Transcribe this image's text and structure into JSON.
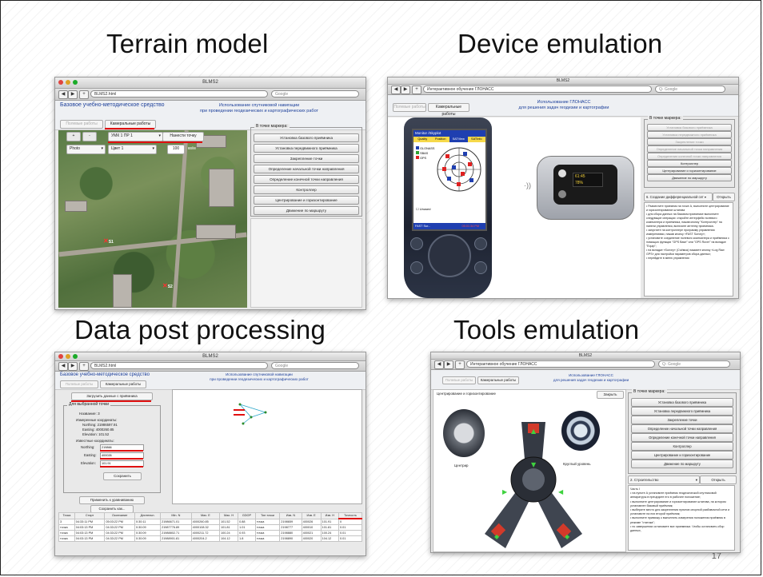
{
  "slide": {
    "titles": {
      "terrain": "Terrain model",
      "device": "Device emulation",
      "postproc": "Data post processing",
      "tools": "Tools emulation"
    },
    "page_number": "17"
  },
  "win1": {
    "window_title": "BLMS2",
    "url": "BLMS2.html",
    "search": "Google",
    "app_title": "Базовое учебно-методическое средство",
    "app_subtitle_1": "Использование спутниковой навигации",
    "app_subtitle_2": "при проведении геодезических и картографических работ",
    "tab_field": "Полевые работы",
    "tab_office": "Камеральные работы",
    "btn_plus": "+",
    "btn_minus": "-",
    "select_point": "УМК 1 ПР 1",
    "btn_place_point": "Нанести точку",
    "select_mode": "Photo",
    "select_color": "Цвет 1",
    "input_scale": "100",
    "scale_unit": "кв/м",
    "marker_s1": "S1",
    "marker_s2": "S2",
    "legend": "В точке маркера:",
    "buttons": [
      "Установка базового приёмника",
      "Установка передвижного приёмника",
      "Закрепление точки",
      "Определение начальной точки направления",
      "Определение конечной точки направления",
      "Контроллер",
      "Центрирование и горизонтирование",
      "Движение по маршруту"
    ]
  },
  "win2": {
    "window_title": "BLMS2",
    "url": "Интерактивное обучение ГЛОНАСС",
    "search": "Q- Google",
    "tab_field": "Полевые работы",
    "tab_office": "Камеральные работы",
    "app_subtitle_1": "Использование ГЛОНАСС",
    "app_subtitle_2": "для решения задач геодезии и картографии",
    "device_app": "Monitor /Skyplot",
    "device_tabs": [
      "Quality",
      "Position",
      "SATView",
      "SATInfo"
    ],
    "legend_items": [
      "GLONASS",
      "SBAS",
      "GPS"
    ],
    "unused": "Unused",
    "taskbar_left": "FAST Sur...",
    "taskbar_time": "05:01:34 PM",
    "receiver_readout": "61:45",
    "receiver_pct": "78%",
    "legend": "В точке маркера:",
    "buttons": [
      "Установка базового приёмника",
      "Установка передвижного приёмника",
      "Закрепление точки",
      "Определение начальной точки направления",
      "Определение конечной точки направления",
      "Контроллер",
      "Центрирование и горизонтирование",
      "Движение по маршруту"
    ],
    "select_text": "6. Создание дифференциальной сет",
    "open_button": "Открыть",
    "instructions": [
      "• Разместите приемник на точке А, выполните центрирование и горизонтирование штатива",
      "• для сбора данных на базовом приемнике выполните следующие операции: откройте интерфейс полевого компьютера и приемника, нажав кнопку \"Контроллер\" на панели управления, включите антенну приемника.",
      "• запустите на контроллере программу управления измерениями, нажав кнопку «FAST Survey»;",
      "• установите соединение полевого компьютера и приёмника с помощью функции \"GPS Base\" или \"GPS Rover\" на вкладке \"Equip\";",
      "• на вкладке «Survey» (Съёмка) нажмите кнопку «Log Raw GPS» для настройки параметров сбора данных;",
      "• перейдите в меню управления"
    ]
  },
  "win3": {
    "window_title": "BLMS2",
    "url": "BLMS2.html",
    "search": "Google",
    "app_title": "Базовое учебно-методическое средство",
    "app_subtitle_1": "Использование спутниковой навигации",
    "app_subtitle_2": "при проведении геодезических и картографических работ",
    "tab_field": "Полевые работы",
    "tab_office": "Камеральные работы",
    "load_button": "Загрузить данные с приёмника",
    "fs_title": "Для выбранной точки",
    "point_name_label": "Название:",
    "point_name": "3",
    "measured_label": "Измеренные координаты:",
    "northing": "Northing: 21986597.91",
    "easting": "Easting: 4000260.85",
    "elevation": "Elevation: 101.52",
    "known_label": "Известные координаты:",
    "known_northing_label": "Northing:",
    "known_northing": "219866",
    "known_easting_label": "Easting:",
    "known_easting": "400026",
    "known_elev_label": "Elevation:",
    "known_elev": "101.91",
    "save_button": "Сохранить",
    "apply_button": "Применить к уравниванию",
    "save_as_button": "Сохранить как...",
    "table_headers": [
      "Точка",
      "Старт",
      "Окончание",
      "Длительн.",
      "Min. N",
      "Max. E",
      "Max. H",
      "GDOP",
      "Тип точки",
      "Изв. N",
      "Изв. E",
      "Изв. H",
      "Точность"
    ],
    "table_rows": [
      [
        "3",
        "04:33:11 PM",
        "05:03:22 PM",
        "0:30:11",
        "21986671.01",
        "4000260.85",
        "101.52",
        "0.88",
        "точка",
        "2198659",
        "400026",
        "101.91",
        "0"
      ],
      [
        "точка",
        "04:03:13 PM",
        "04:33:22 PM",
        "0:30:09",
        "21987776.89",
        "4000108.32",
        "101.81",
        "1.01",
        "точка",
        "2198777",
        "400010",
        "101.81",
        "0.01"
      ],
      [
        "точка",
        "04:03:13 PM",
        "04:33:22 PM",
        "0:30:09",
        "21988802.71",
        "4000211.72",
        "100.24",
        "0.93",
        "точка",
        "2198880",
        "400021",
        "100.24",
        "0.01"
      ],
      [
        "точка",
        "04:03:13 PM",
        "04:33:22 PM",
        "0:30:09",
        "21988901.81",
        "4000204.2",
        "104.12",
        "1.8",
        "точка",
        "2198890",
        "400020",
        "104.12",
        "0.01"
      ]
    ]
  },
  "win4": {
    "window_title": "BLMS2",
    "url": "Интерактивное обучение ГЛОНАСС",
    "search": "Q- Google",
    "tab_field": "Полевые работы",
    "tab_office": "Камеральные работы",
    "app_subtitle_1": "Использование ГЛОНАСС",
    "app_subtitle_2": "для решения задач геодезии и картографии",
    "panel_title": "Центрирование и горизонтирование",
    "close_button": "Закрыть",
    "label_center": "Центрир",
    "label_level": "Круглый уровень",
    "legend": "В точке маркера:",
    "buttons": [
      "Установка базового приёмника",
      "Установка передвижного приёмника",
      "Закрепление точки",
      "Определение начальной точки направления",
      "Определение конечной точки направления",
      "Контроллер",
      "Центрирование и горизонтирование",
      "Движение по маршруту"
    ],
    "select_text": "2. Строительство",
    "open_button": "Открыть",
    "instructions": [
      "Часть I",
      "• на пункте А установите приёмник геодезической спутниковой аппаратуры в прецедите его в рабочее положение;",
      "• выполните центрирование и горизонтирование штатива, на котором установлен базовый приёмник;",
      "• выберите место для закрепления пунктов опорной разбивочной сети и установите на них второй приёмник;",
      "• выполните привязку к выполнить измерения положения приёмник в режиме \"статика\";",
      "• по завершении остановите все приемники. Чтобы остановить сбор данных,"
    ]
  }
}
